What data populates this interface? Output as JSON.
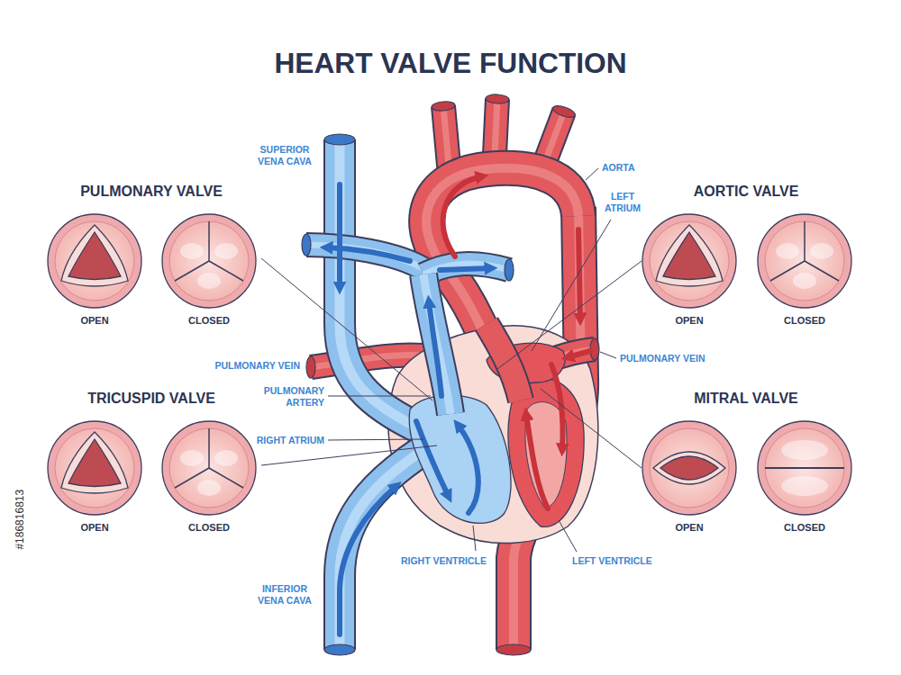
{
  "diagram": {
    "title": "HEART VALVE FUNCTION",
    "labels": [
      "PULMONARY VALVE",
      "OPEN",
      "CLOSED",
      "AORTIC VALVE",
      "OPEN",
      "CLOSED",
      "TRICUSPID VALVE",
      "OPEN",
      "CLOSED",
      "MITRAL VALVE",
      "OPEN",
      "CLOSED",
      "SUPERIOR VENA CAVA",
      "AORTA",
      "LEFT ATRIUM",
      "PULMONARY VEIN",
      "PULMONARY ARTERY",
      "RIGHT ATRIUM",
      "PULMONARY VEIN",
      "RIGHT VENTRICLE",
      "LEFT VENTRICLE",
      "INFERIOR VENA CAVA",
      "#186816813"
    ]
  }
}
